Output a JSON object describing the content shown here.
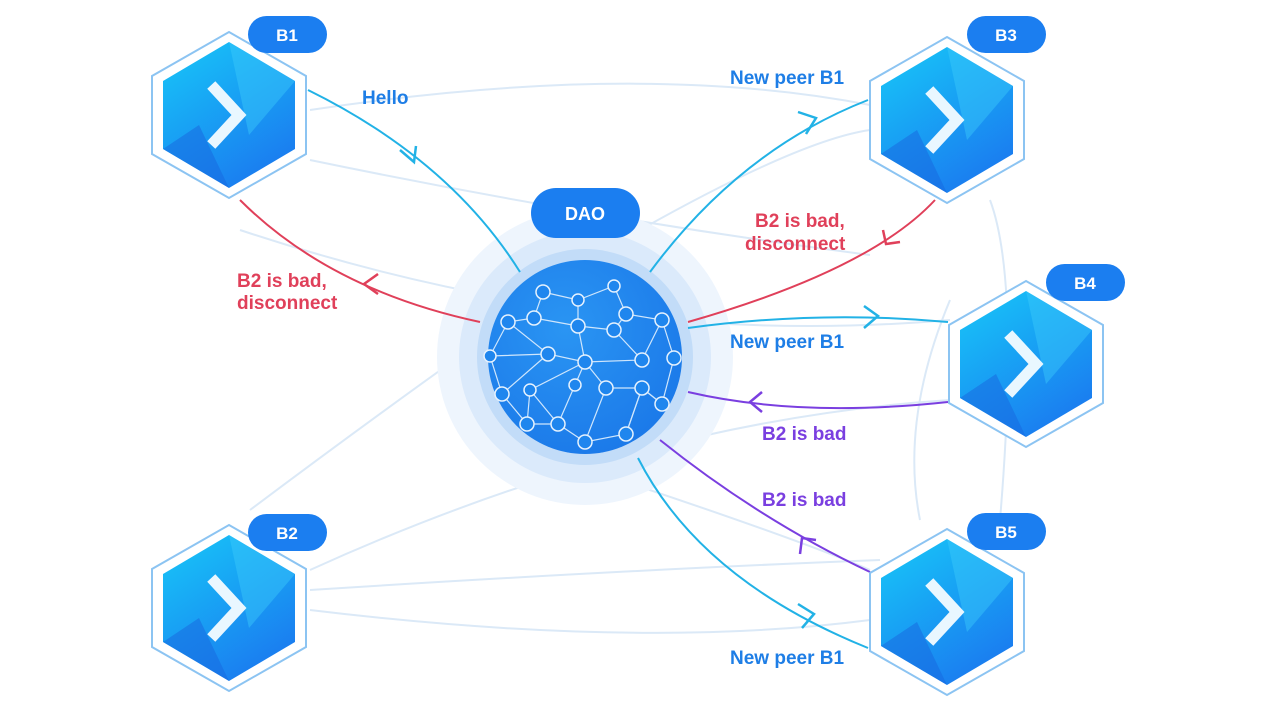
{
  "colors": {
    "blue_label": "#1e7ee6",
    "red": "#e0405a",
    "purple": "#7a3fe0",
    "cyan_line": "#22b2e6",
    "faint_line": "#dbe9f7",
    "badge": "#1b7ef0",
    "hex_outline": "#8cc4f2",
    "dao_core": "#1f86ee",
    "dao_glow": "#cfe3f9"
  },
  "dao": {
    "label": "DAO",
    "icon": "network-graph-icon"
  },
  "nodes": [
    {
      "id": "b1",
      "label": "B1",
      "icon": "chevron-right-icon"
    },
    {
      "id": "b2",
      "label": "B2",
      "icon": "chevron-right-icon"
    },
    {
      "id": "b3",
      "label": "B3",
      "icon": "chevron-right-icon"
    },
    {
      "id": "b4",
      "label": "B4",
      "icon": "chevron-right-icon"
    },
    {
      "id": "b5",
      "label": "B5",
      "icon": "chevron-right-icon"
    }
  ],
  "edges": [
    {
      "from": "B1",
      "to": "DAO",
      "text": [
        "Hello"
      ],
      "color": "cyan"
    },
    {
      "from": "DAO",
      "to": "B1",
      "text": [
        "B2 is bad,",
        "disconnect"
      ],
      "color": "red"
    },
    {
      "from": "DAO",
      "to": "B3",
      "text": [
        "New peer B1"
      ],
      "color": "cyan"
    },
    {
      "from": "B3",
      "to": "DAO",
      "text": [
        "B2 is bad,",
        "disconnect"
      ],
      "color": "red"
    },
    {
      "from": "DAO",
      "to": "B4",
      "text": [
        "New peer B1"
      ],
      "color": "cyan"
    },
    {
      "from": "B4",
      "to": "DAO",
      "text": [
        "B2 is bad"
      ],
      "color": "purple"
    },
    {
      "from": "B5",
      "to": "DAO",
      "text": [
        "B2 is bad"
      ],
      "color": "purple"
    },
    {
      "from": "DAO",
      "to": "B5",
      "text": [
        "New peer B1"
      ],
      "color": "cyan"
    }
  ]
}
